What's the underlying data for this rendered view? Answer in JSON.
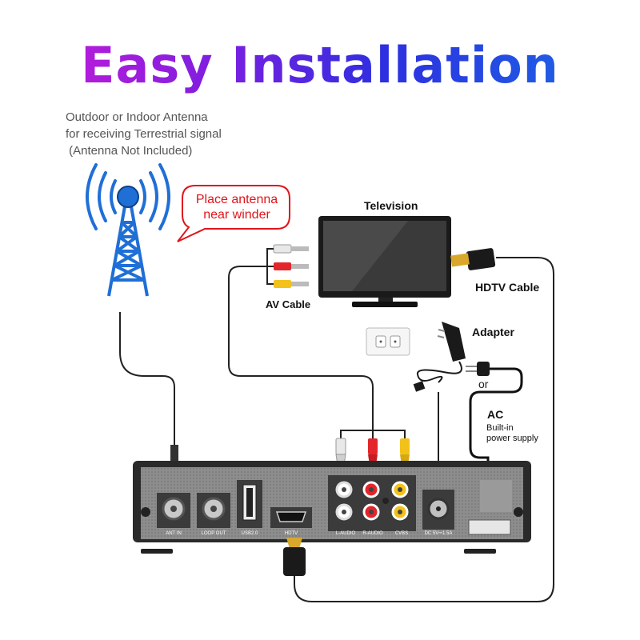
{
  "title": "Easy Installation",
  "antenna_note": [
    "Outdoor or Indoor Antenna",
    "for receiving Terrestrial signal",
    " (Antenna Not Included)"
  ],
  "bubble": [
    "Place antenna",
    "near winder"
  ],
  "labels": {
    "television": "Television",
    "hdtv_cable": "HDTV Cable",
    "av_cable": "AV Cable",
    "adapter": "Adapter",
    "or": "or",
    "ac": "AC",
    "ac_sub": [
      "Built-in",
      "power supply"
    ]
  },
  "ports": {
    "ant_in": "ANT IN",
    "loop_out": "LOOP OUT",
    "usb": "USB2.0",
    "hdtv": "HDTV",
    "l_audio": "L-AUDIO",
    "r_audio": "R-AUDIO",
    "cvbs": "CVBS",
    "dc": "DC 5V⎓1.5A"
  },
  "colors": {
    "title_gradient": [
      "#d21ad8",
      "#2d2fe0",
      "#1a70e6"
    ],
    "antenna": "#1f6fd6",
    "bubble_text": "#e0141a",
    "rca_white": "#e8e8e8",
    "rca_red": "#e3262b",
    "rca_yellow": "#f3c21a"
  }
}
